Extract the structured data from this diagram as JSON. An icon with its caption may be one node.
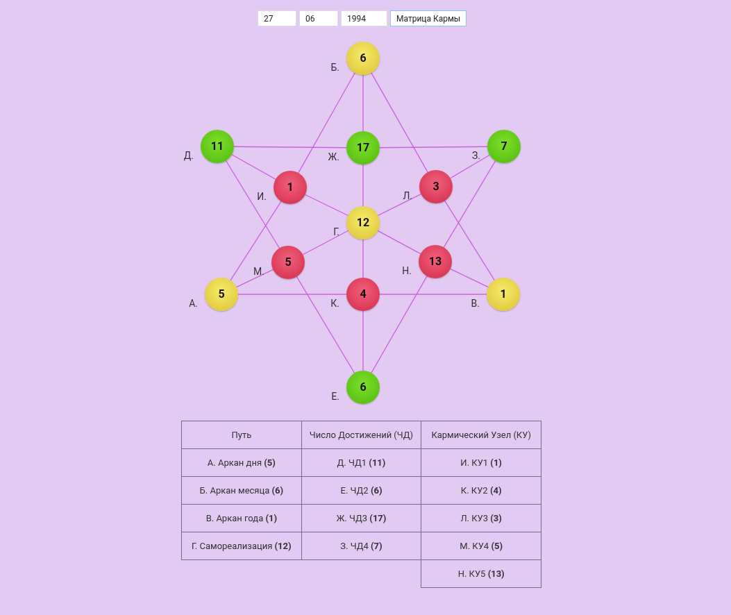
{
  "diagram": {
    "nodes": [
      {
        "text": [
          "6"
        ],
        "beside": [
          "Б."
        ]
      },
      {
        "text": [
          "11"
        ],
        "beside": [
          "Д."
        ]
      },
      {
        "text": [
          "17"
        ],
        "beside": [
          "Ж."
        ]
      },
      {
        "text": [
          "7"
        ],
        "beside": [
          "З."
        ]
      },
      {
        "text": [
          "1"
        ],
        "beside": [
          "И."
        ]
      },
      {
        "text": [
          "3"
        ],
        "beside": [
          "Л."
        ]
      },
      {
        "text": [
          "12"
        ],
        "beside": [
          "Г."
        ]
      },
      {
        "text": [
          "5"
        ],
        "beside": [
          "М."
        ]
      },
      {
        "text": [
          "13"
        ],
        "beside": [
          "Н."
        ]
      },
      {
        "text": [
          "5"
        ],
        "beside": [
          "А."
        ]
      },
      {
        "text": [
          "4"
        ],
        "beside": [
          "К."
        ]
      },
      {
        "text": [
          "1"
        ],
        "beside": [
          "В."
        ]
      },
      {
        "text": [
          "6"
        ],
        "beside": [
          "Е."
        ]
      }
    ],
    "edges": [
      {
        "from": 0,
        "to": 4,
        "arrow": "none"
      },
      {
        "from": 4,
        "to": 9,
        "arrow": "none"
      },
      {
        "from": 0,
        "to": 5,
        "arrow": "none"
      },
      {
        "from": 5,
        "to": 11,
        "arrow": "none"
      },
      {
        "from": 9,
        "to": 10,
        "arrow": "none"
      },
      {
        "from": 10,
        "to": 11,
        "arrow": "none"
      },
      {
        "from": 1,
        "to": 2,
        "arrow": "none"
      },
      {
        "from": 2,
        "to": 3,
        "arrow": "none"
      },
      {
        "from": 1,
        "to": 7,
        "arrow": "none"
      },
      {
        "from": 7,
        "to": 12,
        "arrow": "none"
      },
      {
        "from": 3,
        "to": 8,
        "arrow": "none"
      },
      {
        "from": 8,
        "to": 12,
        "arrow": "none"
      },
      {
        "from": 0,
        "to": 2,
        "arrow": "none"
      },
      {
        "from": 2,
        "to": 6,
        "arrow": "none"
      },
      {
        "from": 6,
        "to": 10,
        "arrow": "none"
      },
      {
        "from": 10,
        "to": 12,
        "arrow": "none"
      },
      {
        "from": 1,
        "to": 4,
        "arrow": "none"
      },
      {
        "from": 4,
        "to": 6,
        "arrow": "none"
      },
      {
        "from": 6,
        "to": 8,
        "arrow": "none"
      },
      {
        "from": 8,
        "to": 11,
        "arrow": "none"
      },
      {
        "from": 3,
        "to": 5,
        "arrow": "none"
      },
      {
        "from": 5,
        "to": 6,
        "arrow": "none"
      },
      {
        "from": 6,
        "to": 7,
        "arrow": "none"
      },
      {
        "from": 7,
        "to": 9,
        "arrow": "none"
      }
    ],
    "labels": [
      "27",
      "06",
      "1994",
      "Матрица Кармы",
      "Путь",
      "Число Достижений (ЧД)",
      "Кармический Узел (КУ)",
      "А. Аркан дня **(5)**",
      "Д. ЧД1 **(11)**",
      "И. КУ1 **(1)**",
      "Б. Аркан месяца **(6)**",
      "Е. ЧД2 **(6)**",
      "К. КУ2 **(4)**",
      "В. Аркан года **(1)**",
      "Ж. ЧД3 **(17)**",
      "Л. КУ3 **(3)**",
      "Г. Самореализация **(12)**",
      "З. ЧД4 **(7)**",
      "М. КУ4 **(5)**",
      "Н. КУ5 **(13)**"
    ]
  }
}
